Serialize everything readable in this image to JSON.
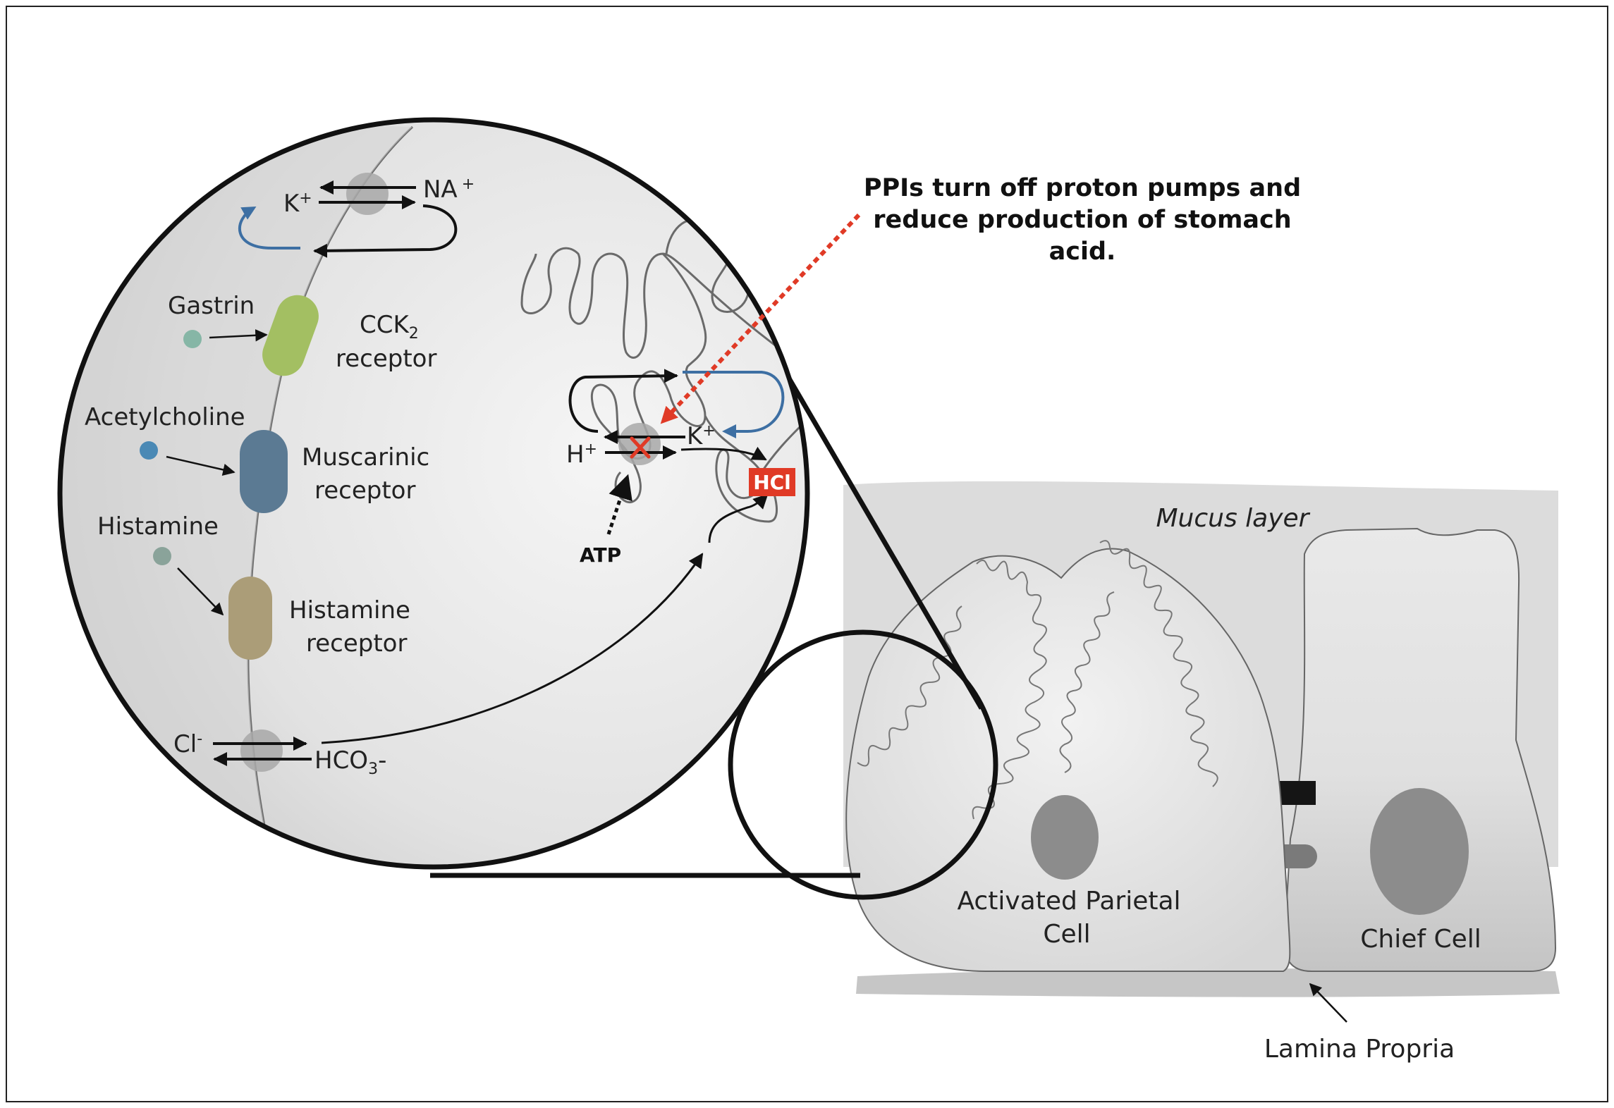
{
  "annotation": {
    "line1": "PPIs turn off proton pumps and",
    "line2": "reduce production of stomach",
    "line3": "acid."
  },
  "ions": {
    "k_top": "K",
    "k_top_sup": "+",
    "na": "NA",
    "na_sup": "+",
    "h": "H",
    "h_sup": "+",
    "k_pump": "K",
    "k_pump_sup": "+",
    "cl": "Cl",
    "cl_sup": "-",
    "hco3_a": "HCO",
    "hco3_sub": "3",
    "hco3_b": "-"
  },
  "ligands": {
    "gastrin": "Gastrin",
    "acetylcholine": "Acetylcholine",
    "histamine": "Histamine"
  },
  "receptors": {
    "cck2_a": "CCK",
    "cck2_sub": "2",
    "cck2_line2": "receptor",
    "muscarinic_line1": "Muscarinic",
    "muscarinic_line2": "receptor",
    "histamine_line1": "Histamine",
    "histamine_line2": "receptor"
  },
  "labels": {
    "atp": "ATP",
    "hcl": "HCl",
    "mucus_layer": "Mucus layer",
    "parietal_line1": "Activated Parietal",
    "parietal_line2": "Cell",
    "chief_cell": "Chief Cell",
    "lamina_propria": "Lamina Propria"
  },
  "colors": {
    "gastrin_receptor": "#a3bf62",
    "muscarinic_receptor": "#5b7a93",
    "histamine_receptor": "#ab9d78",
    "blue_arrow": "#3d6fa3",
    "ppi_arrow": "#e03a26",
    "hcl_box": "#e03a26",
    "pump": "#a8a8a8"
  }
}
